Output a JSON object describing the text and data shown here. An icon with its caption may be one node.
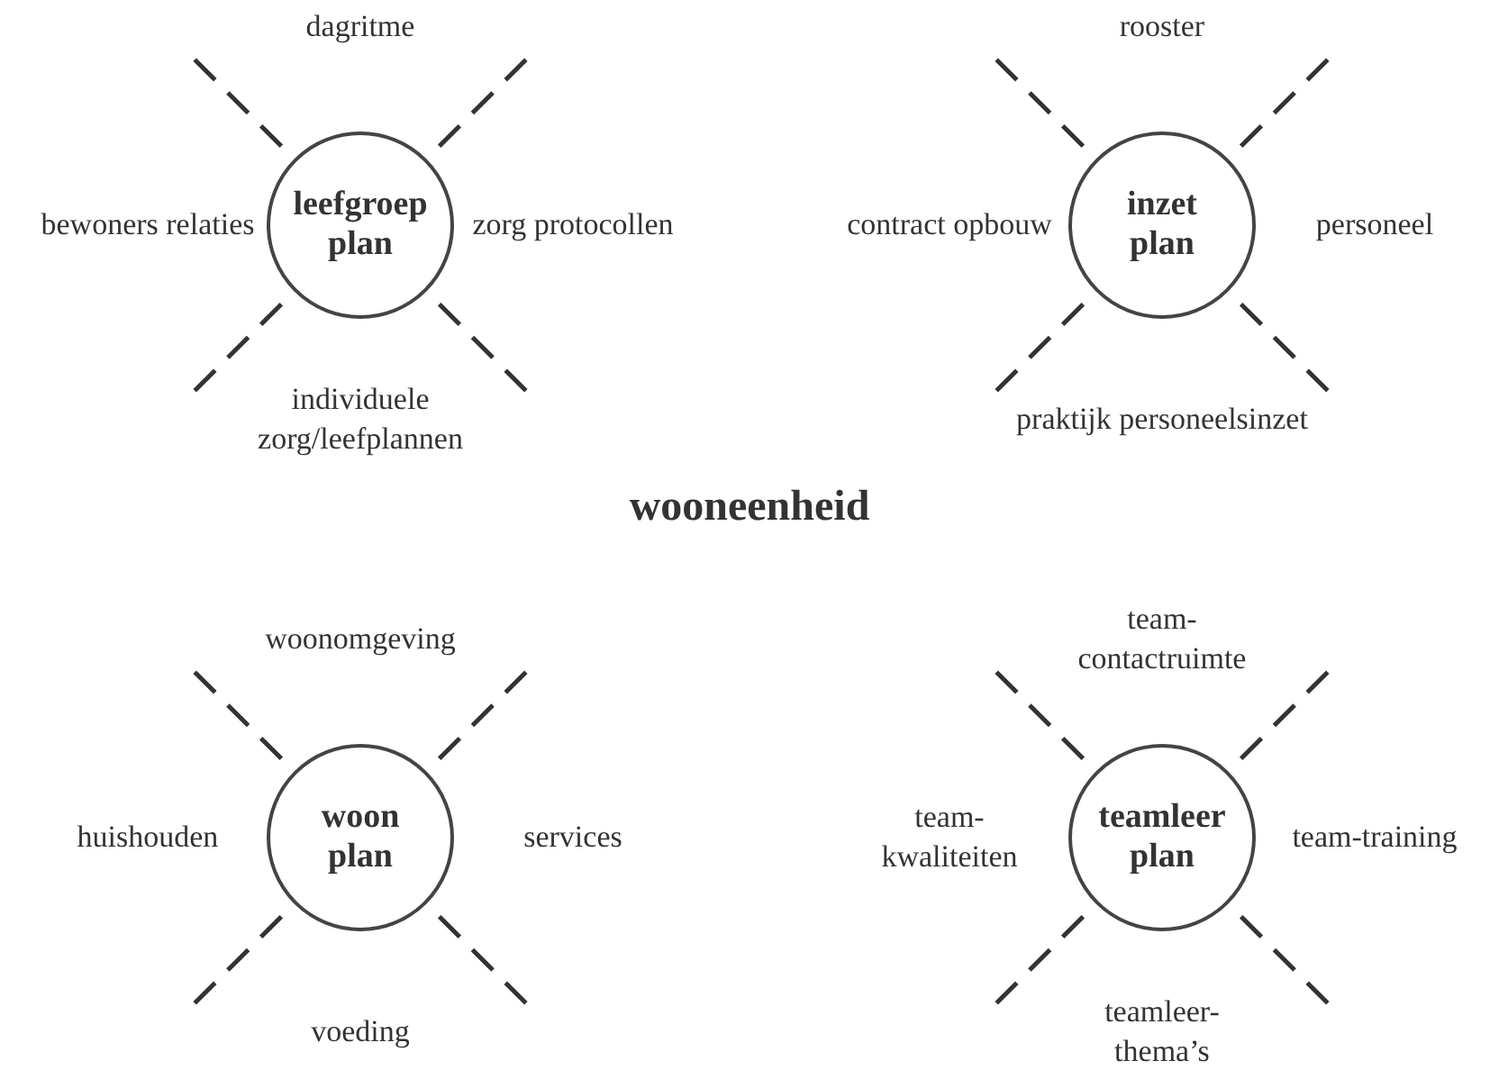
{
  "diagram": {
    "nodes": [
      {
        "text": [
          "leefgroep plan"
        ],
        "beside": [
          "dagritme",
          "bewoners relaties",
          "zorg protocollen",
          "individuele zorg/leefplannen"
        ]
      },
      {
        "text": [
          "inzet plan"
        ],
        "beside": [
          "rooster",
          "contract opbouw",
          "personeel",
          "praktijk personeelsinzet"
        ]
      },
      {
        "text": [
          "woon plan"
        ],
        "beside": [
          "woonomgeving",
          "huishouden",
          "services",
          "voeding"
        ]
      },
      {
        "text": [
          "teamleer plan"
        ],
        "beside": [
          "team-contactruimte",
          "team-kwaliteiten",
          "team-training",
          "teamleer-thema’s"
        ]
      }
    ],
    "labels": [
      "wooneenheid"
    ]
  }
}
